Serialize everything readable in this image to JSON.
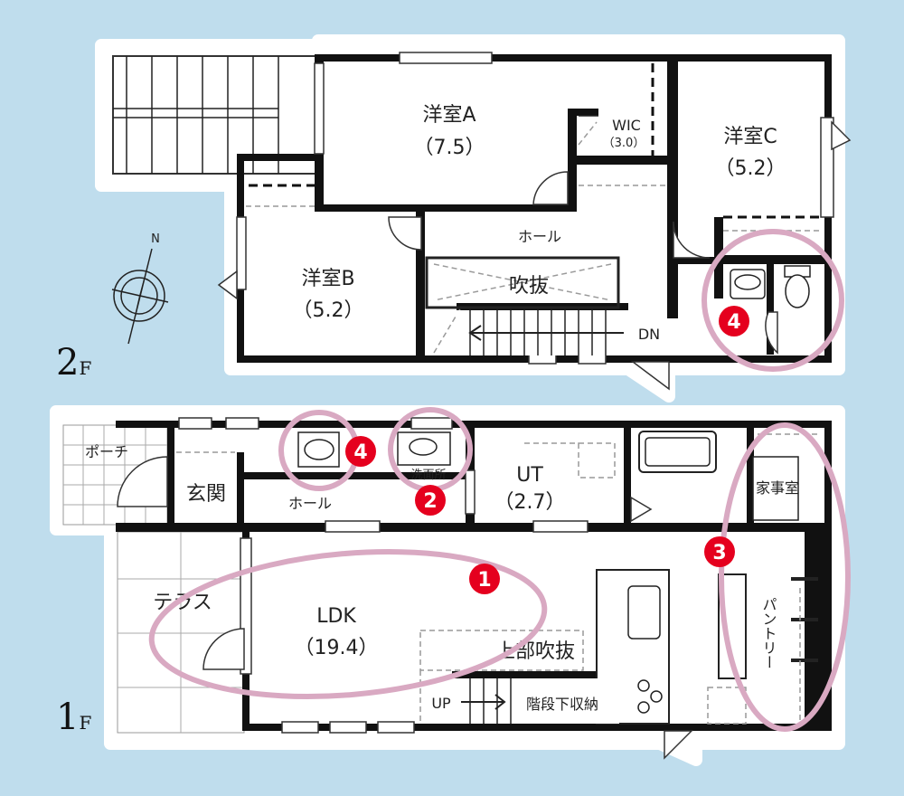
{
  "floors": [
    {
      "label": "2",
      "suffix": "F"
    },
    {
      "label": "1",
      "suffix": "F"
    }
  ],
  "compass": {
    "north_label": "N"
  },
  "rooms_2f": {
    "yoshitsu_a": {
      "name": "洋室A",
      "size": "（7.5）"
    },
    "wic": {
      "name": "WIC",
      "size": "（3.0）"
    },
    "yoshitsu_c": {
      "name": "洋室C",
      "size": "（5.2）"
    },
    "yoshitsu_b": {
      "name": "洋室B",
      "size": "（5.2）"
    },
    "hall": "ホール",
    "fukinuke": "吹抜",
    "dn": "DN"
  },
  "rooms_1f": {
    "porch": "ポーチ",
    "genkan": "玄関",
    "hall": "ホール",
    "senmenjo": "洗面所",
    "ut": {
      "name": "UT",
      "size": "（2.7）"
    },
    "kajishitsu": "家事室",
    "terrace": "テラス",
    "ldk": {
      "name": "LDK",
      "size": "（19.4）"
    },
    "jobu_fukinuke": "上部吹抜",
    "up": "UP",
    "kaidan_storage": "階段下収納",
    "pantry": "パントリー"
  },
  "markers": [
    {
      "id": "1",
      "label": "1"
    },
    {
      "id": "2",
      "label": "2"
    },
    {
      "id": "3",
      "label": "3"
    },
    {
      "id": "4a",
      "label": "4"
    },
    {
      "id": "4b",
      "label": "4"
    }
  ],
  "colors": {
    "background": "#bfdded",
    "marker_fill": "#e5001e",
    "highlight_ring": "#d9a9c2",
    "wall": "#111111"
  }
}
